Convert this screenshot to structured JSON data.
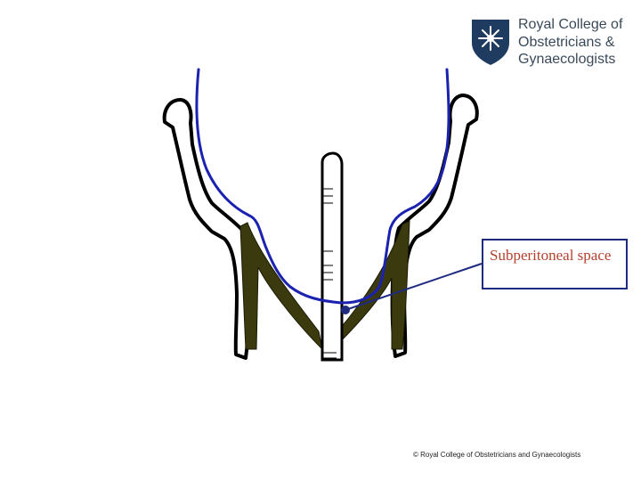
{
  "logo": {
    "lines": [
      "Royal College of",
      "Obstetricians &",
      "Gynaecologists"
    ],
    "icon": "star-shield-icon"
  },
  "label": {
    "text": "Subperitoneal space"
  },
  "footer": {
    "copyright": "© Royal College of Obstetricians and Gynaecologists"
  },
  "colors": {
    "peritoneum": "#1c22b0",
    "bone": "#000000",
    "muscle": "#3b3a0e",
    "label_text": "#b4402c",
    "label_border": "#1e2a80",
    "logo_shield": "#1f3c60"
  }
}
